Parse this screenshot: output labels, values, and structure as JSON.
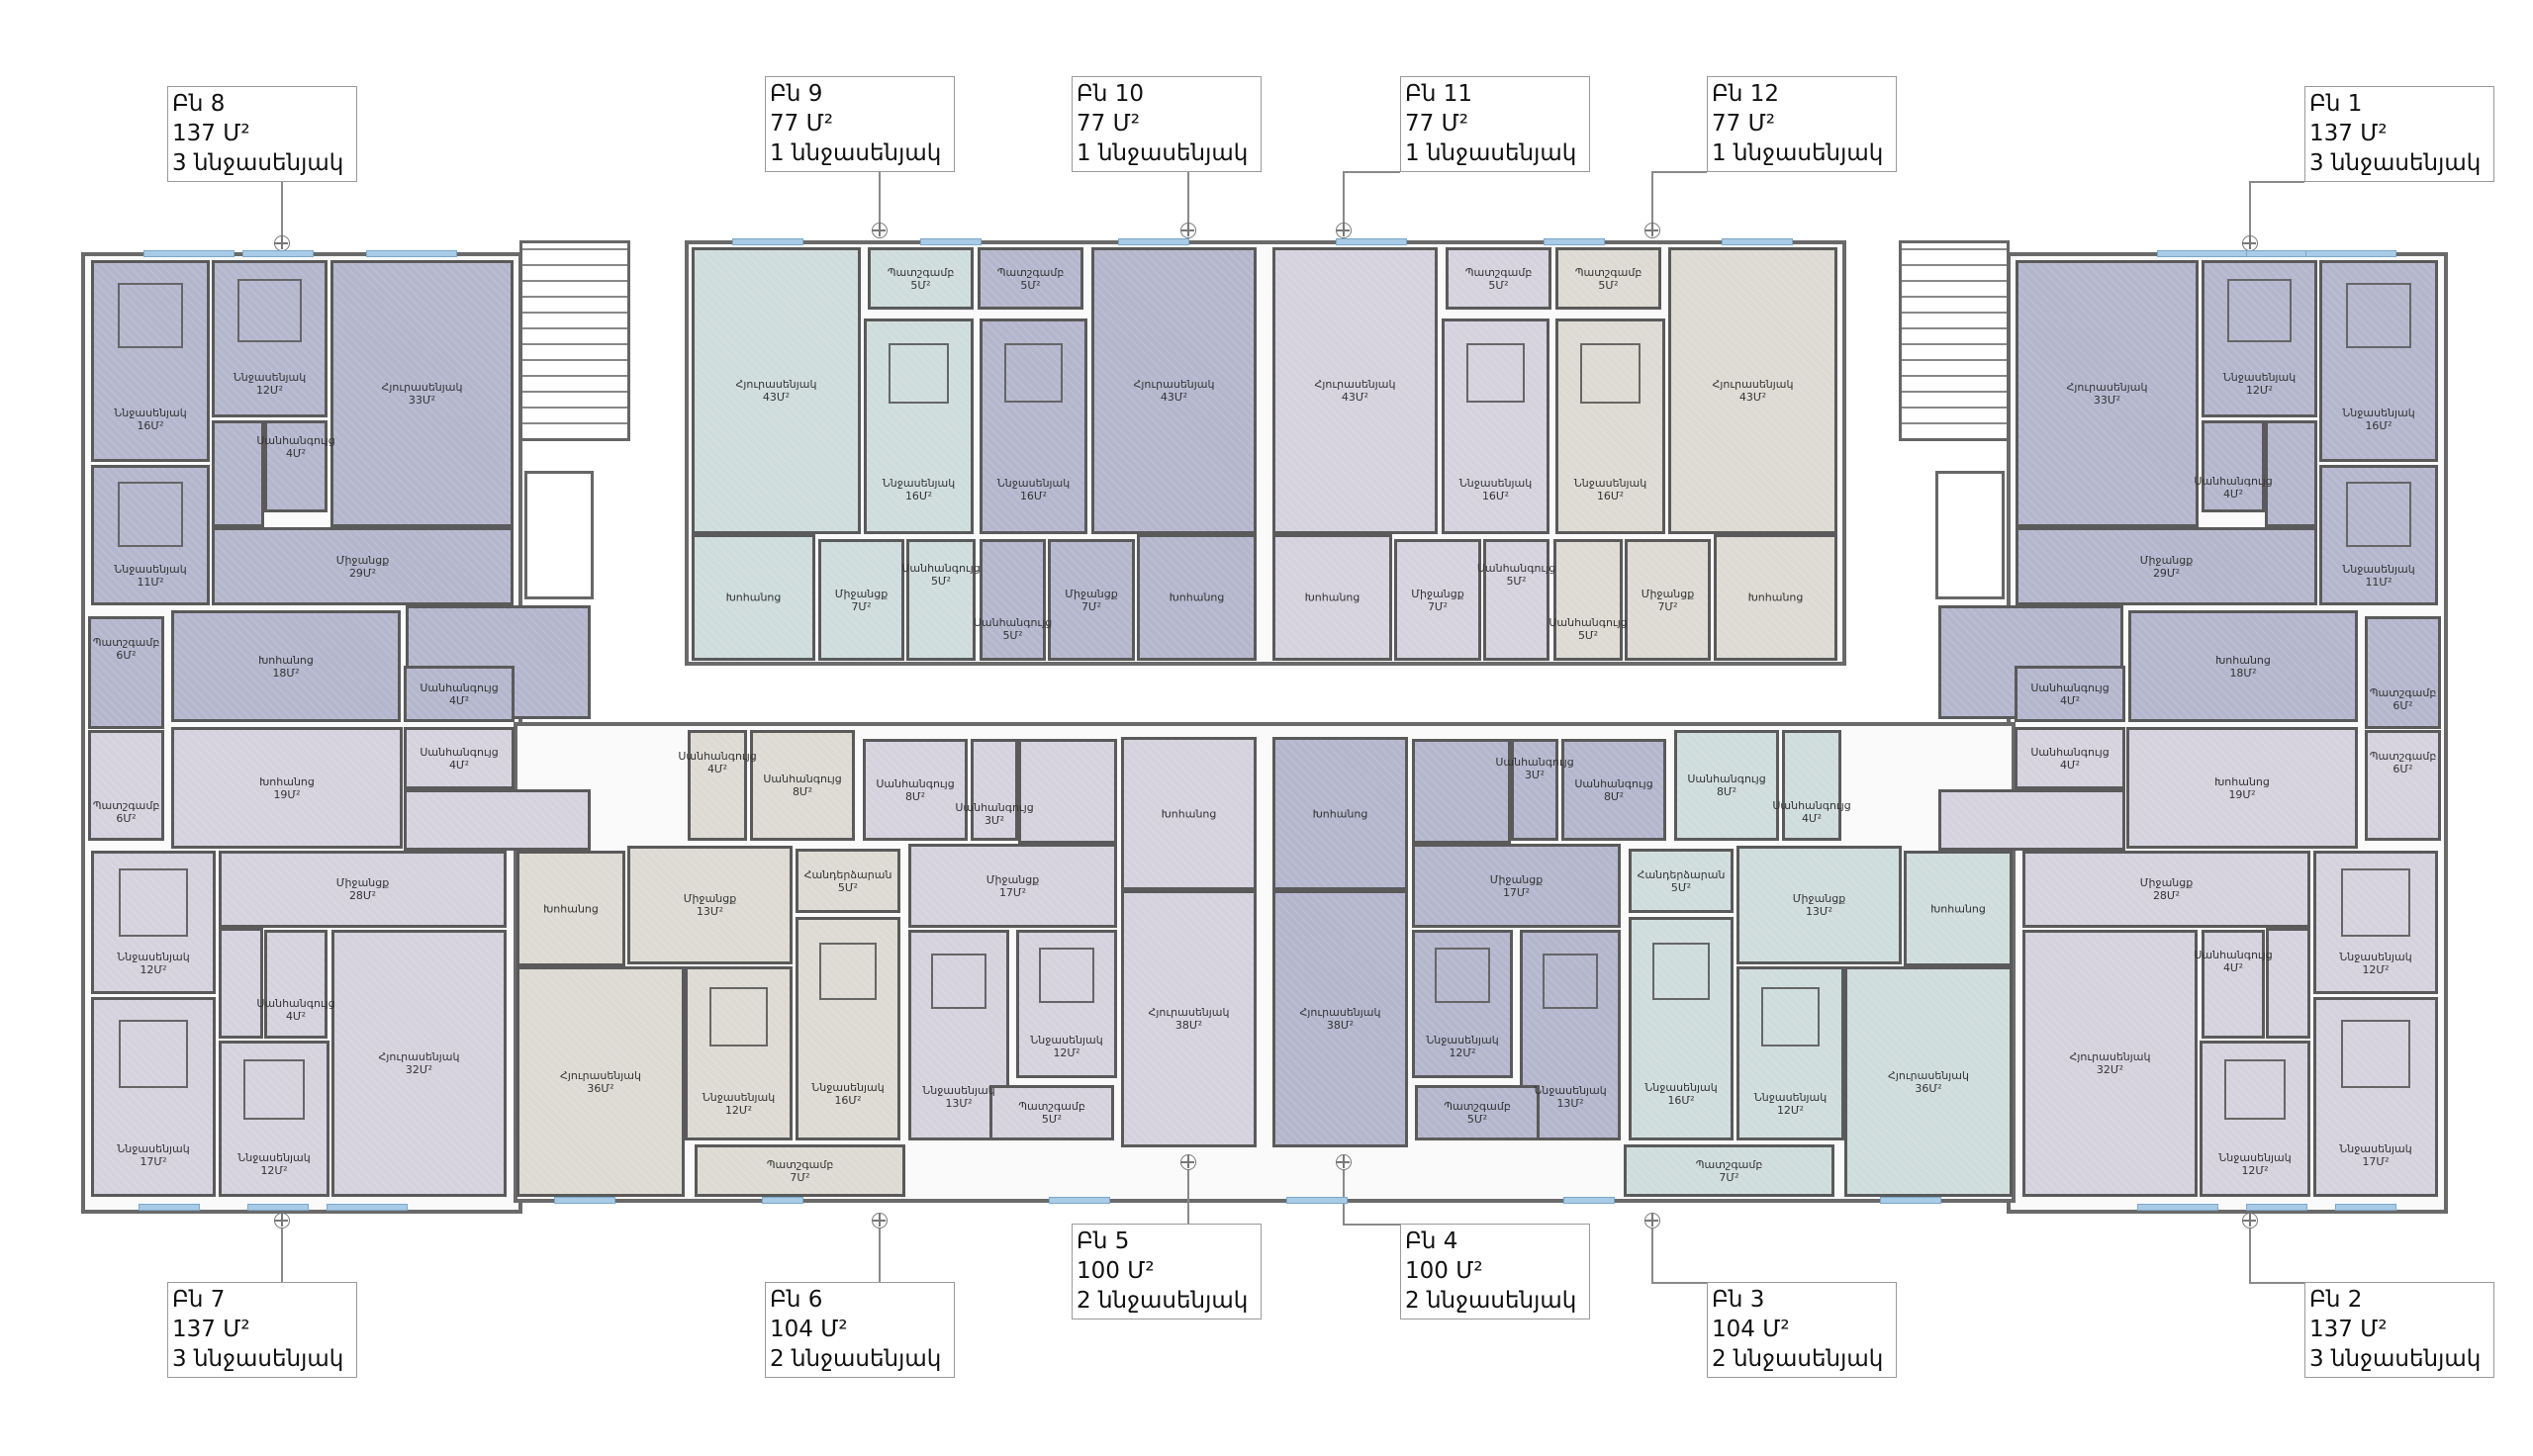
{
  "apartments": [
    {
      "number": "Բն 8",
      "area": "137 Մ²",
      "bedrooms": "3 ննջասենյակ",
      "color": "#b4b6cd",
      "rooms": [
        {
          "name": "Միջանցք",
          "area": "29Մ²"
        },
        {
          "name": "Ննջասենյակ",
          "area": "16Մ²"
        },
        {
          "name": "Ննջասենյակ",
          "area": "12Մ²"
        },
        {
          "name": "Հյուրասենյակ",
          "area": "33Մ²"
        },
        {
          "name": "Սանհանգույց",
          "area": "4Մ²"
        },
        {
          "name": "Ննջասենյակ",
          "area": "11Մ²"
        },
        {
          "name": "Պատշգամբ",
          "area": "6Մ²"
        },
        {
          "name": "Խոհանոց",
          "area": "18Մ²"
        },
        {
          "name": "Սանհանգույց",
          "area": "4Մ²"
        }
      ]
    },
    {
      "number": "Բն 7",
      "area": "137 Մ²",
      "bedrooms": "3 ննջասենյակ",
      "color": "#d5d2de",
      "rooms": [
        {
          "name": "Միջանցք",
          "area": "28Մ²"
        },
        {
          "name": "Պատշգամբ",
          "area": "6Մ²"
        },
        {
          "name": "Խոհանոց",
          "area": "19Մ²"
        },
        {
          "name": "Սանհանգույց",
          "area": "4Մ²"
        },
        {
          "name": "Ննջասենյակ",
          "area": "12Մ²"
        },
        {
          "name": "Սանհանգույց",
          "area": "4Մ²"
        },
        {
          "name": "Հյուրասենյակ",
          "area": "32Մ²"
        },
        {
          "name": "Ննջասենյակ",
          "area": "17Մ²"
        },
        {
          "name": "Ննջասենյակ",
          "area": "12Մ²"
        }
      ]
    },
    {
      "number": "Բն 6",
      "area": "104 Մ²",
      "bedrooms": "2 ննջասենյակ",
      "color": "#dcdad2",
      "rooms": [
        {
          "name": "Խոհանոց",
          "area": ""
        },
        {
          "name": "Միջանցք",
          "area": "13Մ²"
        },
        {
          "name": "Հանդերձարան",
          "area": "5Մ²"
        },
        {
          "name": "Սանհանգույց",
          "area": "4Մ²"
        },
        {
          "name": "Սանհանգույց",
          "area": "8Մ²"
        },
        {
          "name": "Հյուրասենյակ",
          "area": "36Մ²"
        },
        {
          "name": "Ննջասենյակ",
          "area": "12Մ²"
        },
        {
          "name": "Ննջասենյակ",
          "area": "16Մ²"
        },
        {
          "name": "Պատշգամբ",
          "area": "7Մ²"
        }
      ]
    },
    {
      "number": "Բն 5",
      "area": "100 Մ²",
      "bedrooms": "2 ննջասենյակ",
      "color": "#d5d2de",
      "rooms": [
        {
          "name": "Միջանցք",
          "area": "17Մ²"
        },
        {
          "name": "Սանհանգույց",
          "area": "8Մ²"
        },
        {
          "name": "Սանհանգույց",
          "area": "3Մ²"
        },
        {
          "name": "Ննջասենյակ",
          "area": "13Մ²"
        },
        {
          "name": "Ննջասենյակ",
          "area": "12Մ²"
        },
        {
          "name": "Պատշգամբ",
          "area": "5Մ²"
        },
        {
          "name": "Խոհանոց",
          "area": ""
        },
        {
          "name": "Հյուրասենյակ",
          "area": "38Մ²"
        }
      ]
    },
    {
      "number": "Բն 4",
      "area": "100 Մ²",
      "bedrooms": "2 ննջասենյակ",
      "color": "#b4b6cd",
      "rooms": [
        {
          "name": "Միջանցք",
          "area": "17Մ²"
        },
        {
          "name": "Սանհանգույց",
          "area": "8Մ²"
        },
        {
          "name": "Սանհանգույց",
          "area": "3Մ²"
        },
        {
          "name": "Ննջասենյակ",
          "area": "13Մ²"
        },
        {
          "name": "Ննջասենյակ",
          "area": "12Մ²"
        },
        {
          "name": "Պատշգամբ",
          "area": "5Մ²"
        },
        {
          "name": "Խոհանոց",
          "area": ""
        },
        {
          "name": "Հյուրասենյակ",
          "area": "38Մ²"
        }
      ]
    },
    {
      "number": "Բն 3",
      "area": "104 Մ²",
      "bedrooms": "2 ննջասենյակ",
      "color": "#cfdcdc",
      "rooms": [
        {
          "name": "Խոհանոց",
          "area": ""
        },
        {
          "name": "Միջանցք",
          "area": "13Մ²"
        },
        {
          "name": "Հանդերձարան",
          "area": "5Մ²"
        },
        {
          "name": "Սանհանգույց",
          "area": "4Մ²"
        },
        {
          "name": "Սանհանգույց",
          "area": "8Մ²"
        },
        {
          "name": "Հյուրասենյակ",
          "area": "36Մ²"
        },
        {
          "name": "Ննջասենյակ",
          "area": "12Մ²"
        },
        {
          "name": "Ննջասենյակ",
          "area": "16Մ²"
        },
        {
          "name": "Պատշգամբ",
          "area": "7Մ²"
        }
      ]
    },
    {
      "number": "Բն 2",
      "area": "137 Մ²",
      "bedrooms": "3 ննջասենյակ",
      "color": "#d5d2de",
      "rooms": [
        {
          "name": "Միջանցք",
          "area": "28Մ²"
        },
        {
          "name": "Պատշգամբ",
          "area": "6Մ²"
        },
        {
          "name": "Խոհանոց",
          "area": "19Մ²"
        },
        {
          "name": "Սանհանգույց",
          "area": "4Մ²"
        },
        {
          "name": "Ննջասենյակ",
          "area": "12Մ²"
        },
        {
          "name": "Սանհանգույց",
          "area": "4Մ²"
        },
        {
          "name": "Հյուրասենյակ",
          "area": "32Մ²"
        },
        {
          "name": "Ննջասենյակ",
          "area": "17Մ²"
        },
        {
          "name": "Ննջասենյակ",
          "area": "12Մ²"
        }
      ]
    },
    {
      "number": "Բն 1",
      "area": "137 Մ²",
      "bedrooms": "3 ննջասենյակ",
      "color": "#b4b6cd",
      "rooms": [
        {
          "name": "Միջանցք",
          "area": "29Մ²"
        },
        {
          "name": "Ննջասենյակ",
          "area": "16Մ²"
        },
        {
          "name": "Ննջասենյակ",
          "area": "12Մ²"
        },
        {
          "name": "Հյուրասենյակ",
          "area": "33Մ²"
        },
        {
          "name": "Սանհանգույց",
          "area": "4Մ²"
        },
        {
          "name": "Ննջասենյակ",
          "area": "11Մ²"
        },
        {
          "name": "Պատշգամբ",
          "area": "6Մ²"
        },
        {
          "name": "Խոհանոց",
          "area": "18Մ²"
        },
        {
          "name": "Սանհանգույց",
          "area": "4Մ²"
        }
      ]
    },
    {
      "number": "Բն 9",
      "area": "77 Մ²",
      "bedrooms": "1 ննջասենյակ",
      "color": "#cfdcdc",
      "rooms": [
        {
          "name": "Հյուրասենյակ",
          "area": "43Մ²"
        },
        {
          "name": "Խոհանոց",
          "area": ""
        },
        {
          "name": "Պատշգամբ",
          "area": "5Մ²"
        },
        {
          "name": "Ննջասենյակ",
          "area": "16Մ²"
        },
        {
          "name": "Միջանցք",
          "area": "7Մ²"
        },
        {
          "name": "Սանհանգույց",
          "area": "5Մ²"
        }
      ]
    },
    {
      "number": "Բն 10",
      "area": "77 Մ²",
      "bedrooms": "1 ննջասենյակ",
      "color": "#b4b6cd",
      "rooms": [
        {
          "name": "Պատշգամբ",
          "area": "5Մ²"
        },
        {
          "name": "Ննջասենյակ",
          "area": "16Մ²"
        },
        {
          "name": "Սանհանգույց",
          "area": "5Մ²"
        },
        {
          "name": "Միջանցք",
          "area": "7Մ²"
        },
        {
          "name": "Հյուրասենյակ",
          "area": "43Մ²"
        },
        {
          "name": "Խոհանոց",
          "area": ""
        }
      ]
    },
    {
      "number": "Բն 11",
      "area": "77 Մ²",
      "bedrooms": "1 ննջասենյակ",
      "color": "#d5d2de",
      "rooms": [
        {
          "name": "Պատշգամբ",
          "area": "5Մ²"
        },
        {
          "name": "Ննջասենյակ",
          "area": "16Մ²"
        },
        {
          "name": "Սանհանգույց",
          "area": "5Մ²"
        },
        {
          "name": "Միջանցք",
          "area": "7Մ²"
        },
        {
          "name": "Հյուրասենյակ",
          "area": "43Մ²"
        },
        {
          "name": "Խոհանոց",
          "area": ""
        }
      ]
    },
    {
      "number": "Բն 12",
      "area": "77 Մ²",
      "bedrooms": "1 ննջասենյակ",
      "color": "#dcdad2",
      "rooms": [
        {
          "name": "Հյուրասենյակ",
          "area": "43Մ²"
        },
        {
          "name": "Խոհանոց",
          "area": ""
        },
        {
          "name": "Պատշգամբ",
          "area": "5Մ²"
        },
        {
          "name": "Ննջասենյակ",
          "area": "16Մ²"
        },
        {
          "name": "Միջանցք",
          "area": "7Մ²"
        },
        {
          "name": "Սանհանգույց",
          "area": "5Մ²"
        }
      ]
    }
  ]
}
